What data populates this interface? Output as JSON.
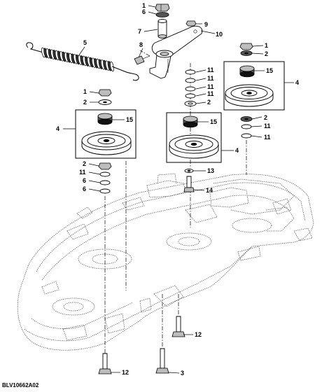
{
  "figure_id": "BLV10662A02",
  "callouts": {
    "c1_top": "1",
    "c6_top": "6",
    "c7": "7",
    "c8": "8",
    "c9": "9",
    "c10": "10",
    "c5": "5",
    "c1_right": "1",
    "c2_right": "2",
    "c4_right": "4",
    "c15_right": "15",
    "c2_right_low": "2",
    "c11_right_a": "11",
    "c11_right_b": "11",
    "c11_mid_a": "11",
    "c11_mid_b": "11",
    "c11_mid_c": "11",
    "c11_mid_d": "11",
    "c2_mid": "2",
    "c15_mid": "15",
    "c4_mid": "4",
    "c13": "13",
    "c14": "14",
    "c1_left": "1",
    "c2_left": "2",
    "c4_left": "4",
    "c15_left": "15",
    "c2_left_low": "2",
    "c11_left": "11",
    "c6_left_a": "6",
    "c6_left_b": "6",
    "c12_right": "12",
    "c12_left": "12",
    "c3": "3"
  }
}
